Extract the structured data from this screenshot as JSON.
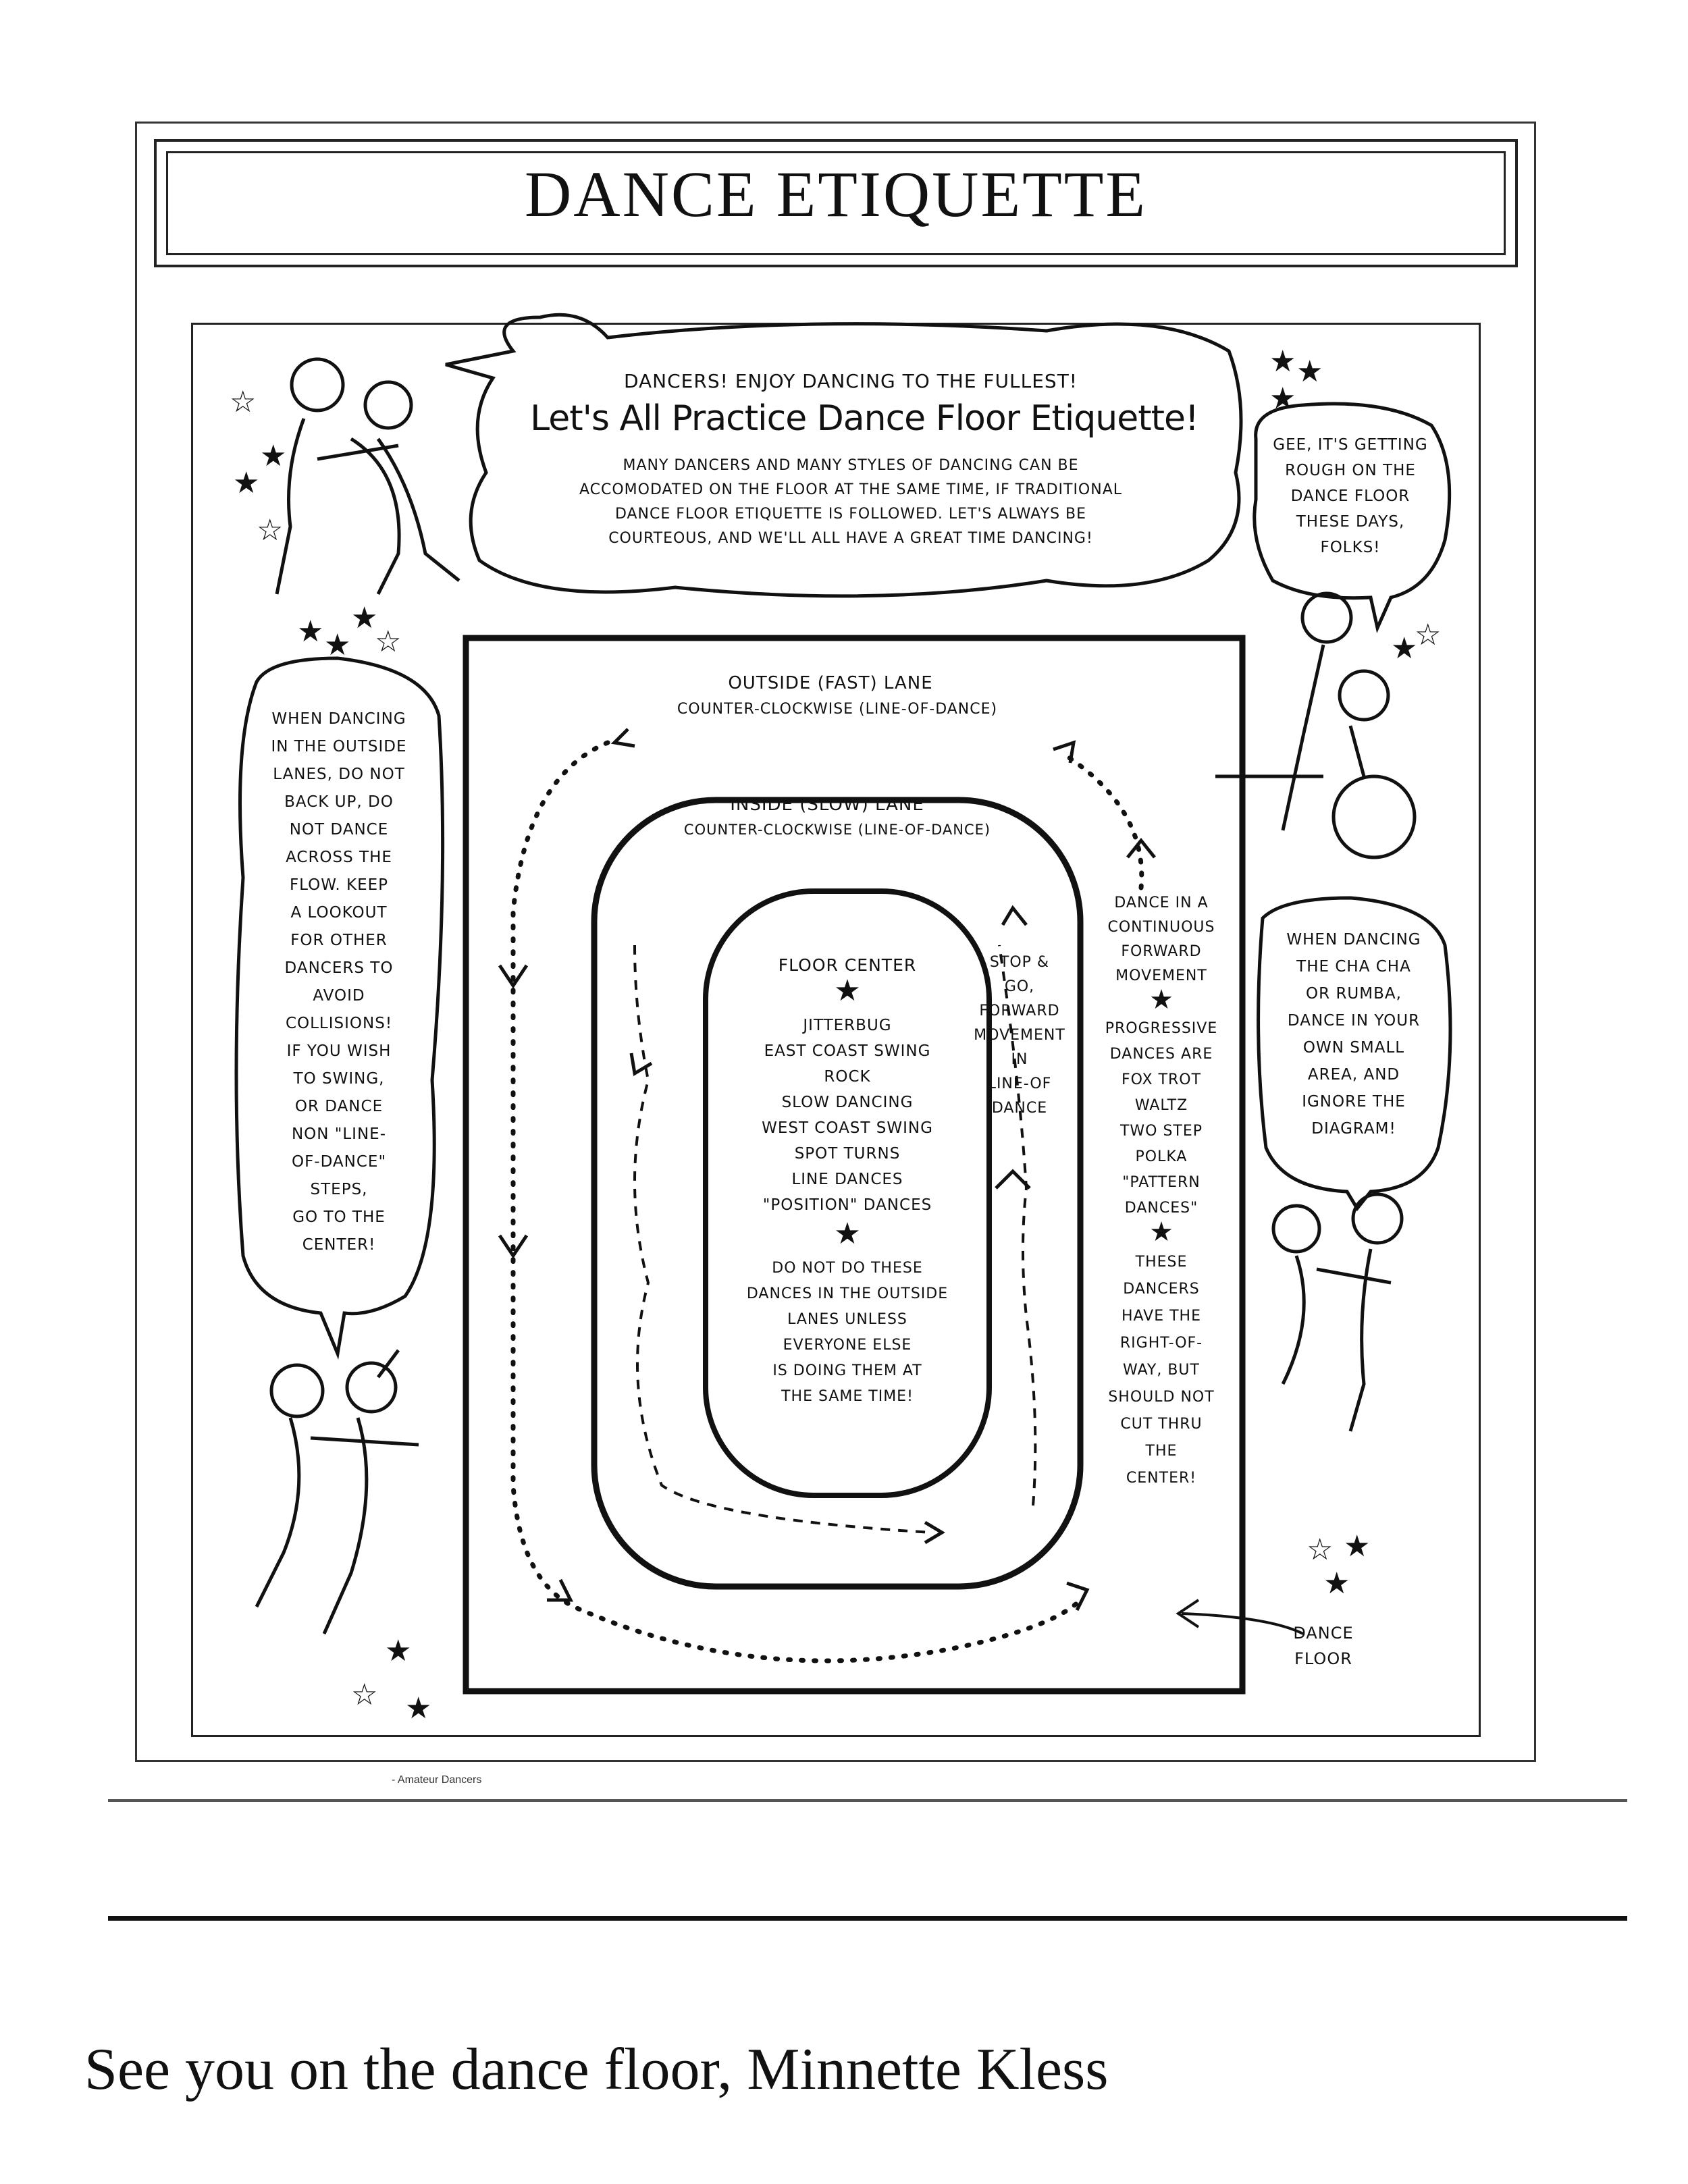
{
  "title": "DANCE ETIQUETTE",
  "banner": {
    "line1": "DANCERS! ENJOY DANCING TO THE FULLEST!",
    "headline": "Let's All Practice Dance Floor Etiquette!",
    "body": "MANY DANCERS AND MANY STYLES OF DANCING CAN BE\nACCOMODATED ON THE FLOOR AT THE SAME TIME, IF TRADITIONAL\nDANCE FLOOR ETIQUETTE IS FOLLOWED. LET'S ALWAYS BE\nCOURTEOUS, AND WE'LL ALL HAVE A GREAT TIME DANCING!"
  },
  "right_top_bubble": "GEE, IT'S GETTING\nROUGH ON THE\nDANCE FLOOR\nTHESE DAYS,\nFOLKS!",
  "left_bubble": "WHEN DANCING\nIN THE OUTSIDE\nLANES, DO NOT\nBACK UP, DO\nNOT DANCE\nACROSS THE\nFLOW. KEEP\nA LOOKOUT\nFOR OTHER\nDANCERS TO\nAVOID\nCOLLISIONS!\nIF YOU WISH\nTO SWING,\nOR DANCE\nNON \"LINE-\nOF-DANCE\"\nSTEPS,\nGO TO THE\nCENTER!",
  "right_mid_bubble": "WHEN DANCING\nTHE CHA CHA\nOR RUMBA,\nDANCE IN YOUR\nOWN SMALL\nAREA, AND\nIGNORE THE\nDIAGRAM!",
  "outside_lane": {
    "name": "OUTSIDE (FAST) LANE",
    "direction": "COUNTER-CLOCKWISE (LINE-OF-DANCE)"
  },
  "inside_lane": {
    "name": "INSIDE (SLOW) LANE",
    "direction": "COUNTER-CLOCKWISE (LINE-OF-DANCE)"
  },
  "center": {
    "heading": "FLOOR CENTER",
    "dances": "JITTERBUG\nEAST COAST SWING\nROCK\nSLOW DANCING\nWEST COAST SWING\nSPOT TURNS\nLINE DANCES\n\"POSITION\" DANCES",
    "warning": "DO NOT DO THESE\nDANCES IN THE OUTSIDE\nLANES UNLESS\nEVERYONE ELSE\nIS DOING THEM AT\nTHE SAME TIME!"
  },
  "stop_go": "STOP &\nGO,\nFORWARD\nMOVEMENT\nIN\nLINE-OF\nDANCE",
  "progressive": {
    "intro": "DANCE IN A\nCONTINUOUS\nFORWARD\nMOVEMENT",
    "dances": "PROGRESSIVE\nDANCES ARE\nFOX TROT\nWALTZ\nTWO STEP\nPOLKA\n\"PATTERN\nDANCES\"",
    "rule": "THESE\nDANCERS\nHAVE THE\nRIGHT-OF-\nWAY, BUT\nSHOULD NOT\nCUT THRU\nTHE\nCENTER!"
  },
  "floor_label": "DANCE\nFLOOR",
  "source_note": "- Amateur Dancers",
  "signature": "See you on the dance floor, Minnette Kless"
}
